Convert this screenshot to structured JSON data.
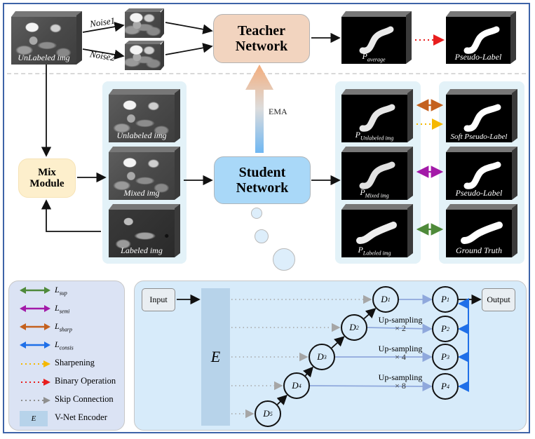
{
  "top": {
    "unlabeled_img_label": "UnLabeled img",
    "noise1_label": "Noise1",
    "noise2_label": "Noise2",
    "teacher_network": {
      "line1": "Teacher",
      "line2": "Network",
      "color": "#f2d4bf"
    },
    "p_average": {
      "base": "P",
      "sub": "average"
    },
    "pseudo_label": "Pseudo-Label"
  },
  "middle": {
    "mix_module": {
      "line1": "Mix",
      "line2": "Module",
      "color": "#fdefcc"
    },
    "input_stack": [
      "Unlabeled img",
      "Mixed img",
      "Labeled img"
    ],
    "ema_label": "EMA",
    "student_network": {
      "line1": "Student",
      "line2": "Network",
      "color": "#a9d8f8"
    },
    "predictions": [
      {
        "base": "P",
        "sub": "Unlabeled img"
      },
      {
        "base": "P",
        "sub": "Mixed img"
      },
      {
        "base": "P",
        "sub": "Labeled img"
      }
    ],
    "targets": [
      "Soft Pseudo-Label",
      "Pseudo-Label",
      "Ground Truth"
    ]
  },
  "legend": {
    "items": [
      {
        "type": "double-arrow",
        "color": "#4f8a3a",
        "base": "L",
        "sub": "sup"
      },
      {
        "type": "double-arrow",
        "color": "#a31aa8",
        "base": "L",
        "sub": "semi"
      },
      {
        "type": "double-arrow",
        "color": "#c4611f",
        "base": "L",
        "sub": "sharp"
      },
      {
        "type": "double-arrow",
        "color": "#1f6fe8",
        "base": "L",
        "sub": "consis"
      },
      {
        "type": "dotted-arrow",
        "color": "#f5b800",
        "label": "Sharpening"
      },
      {
        "type": "dotted-arrow",
        "color": "#e81e1e",
        "label": "Binary Operation"
      },
      {
        "type": "dotted-arrow",
        "color": "#8f8f8f",
        "label": "Skip Connection"
      },
      {
        "type": "swatch",
        "color": "#b7d3ea",
        "swatch_text": "E",
        "label": "V-Net Encoder"
      }
    ]
  },
  "architecture": {
    "input_label": "Input",
    "output_label": "Output",
    "encoder_label": "E",
    "decoders": [
      {
        "base": "D",
        "sub": "1"
      },
      {
        "base": "D",
        "sub": "2"
      },
      {
        "base": "D",
        "sub": "3"
      },
      {
        "base": "D",
        "sub": "4"
      },
      {
        "base": "D",
        "sub": "5"
      }
    ],
    "predictions": [
      {
        "base": "P",
        "sub": "1"
      },
      {
        "base": "P",
        "sub": "2"
      },
      {
        "base": "P",
        "sub": "3"
      },
      {
        "base": "P",
        "sub": "4"
      }
    ],
    "upsampling": [
      {
        "label": "Up-sampling",
        "factor": "× 2"
      },
      {
        "label": "Up-sampling",
        "factor": "× 4"
      },
      {
        "label": "Up-sampling",
        "factor": "× 8"
      }
    ]
  }
}
